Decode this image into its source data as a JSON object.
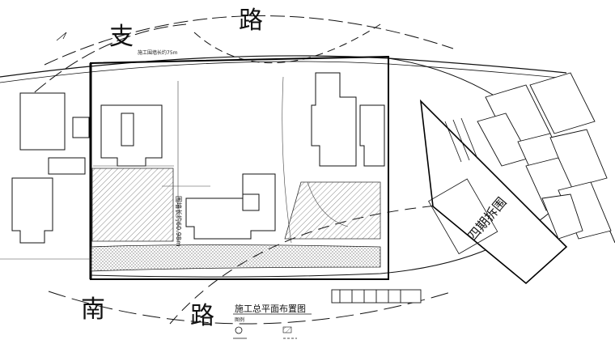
{
  "road_labels": {
    "top_zhi": "支",
    "top_lu": "路",
    "bottom_nan": "南",
    "bottom_lu": "路"
  },
  "top_fence_label": "施工围墙长约75m",
  "phase_four_label": "四期拆围",
  "legend": {
    "title": "施工总平面布置图",
    "legend_word": "图例"
  },
  "dimension_labels": {
    "west_length": "围墙长约60.98m"
  }
}
